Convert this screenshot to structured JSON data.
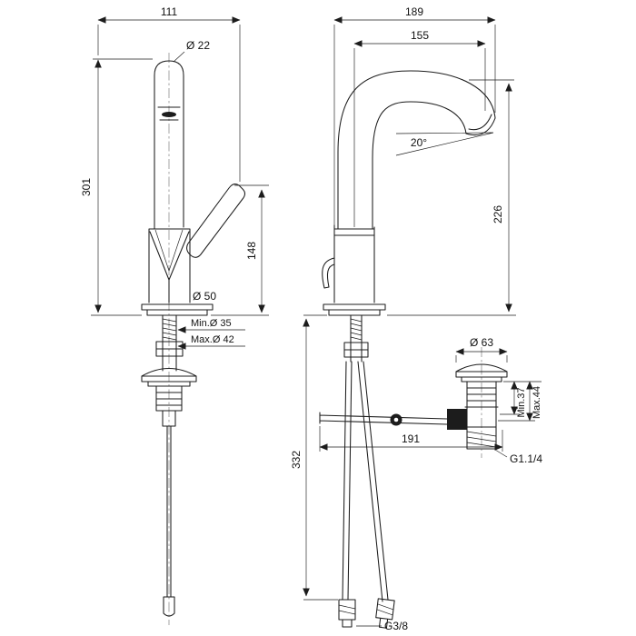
{
  "colors": {
    "line": "#1c1c1c",
    "background": "#ffffff"
  },
  "left_view": {
    "width_top": "111",
    "spout_diameter": "Ø 22",
    "height": "301",
    "handle_height": "148",
    "base_diameter": "Ø 50",
    "hole_min": "Min.Ø 35",
    "hole_max": "Max.Ø 42"
  },
  "right_view": {
    "depth_top": "189",
    "spout_reach": "155",
    "spout_angle": "20°",
    "spout_height": "226",
    "drain_diameter": "Ø 63",
    "counter_min": "Min.37",
    "counter_max": "Max.44",
    "drain_offset": "191",
    "under_height": "332",
    "drain_thread": "G1.1/4",
    "supply_thread": "G3/8"
  }
}
